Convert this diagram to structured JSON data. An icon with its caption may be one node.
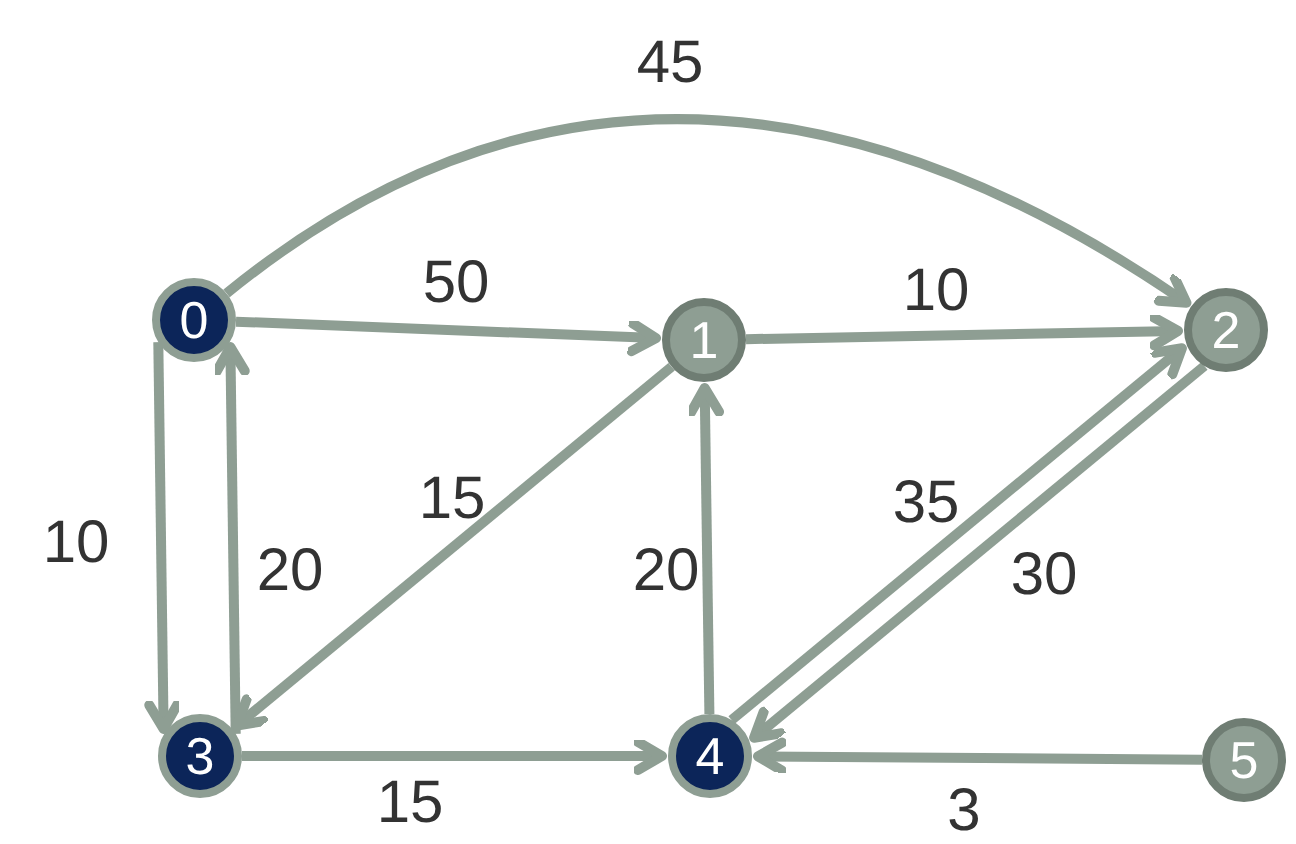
{
  "diagram": {
    "nodes": [
      {
        "text": [
          "0"
        ]
      },
      {
        "text": [
          "1"
        ]
      },
      {
        "text": [
          "2"
        ]
      },
      {
        "text": [
          "3"
        ]
      },
      {
        "text": [
          "4"
        ]
      },
      {
        "text": [
          "5"
        ]
      }
    ],
    "edges": [
      {
        "from": 0,
        "to": 2,
        "arrow": "to",
        "label": "45"
      },
      {
        "from": 0,
        "to": 1,
        "arrow": "to",
        "label": "50"
      },
      {
        "from": 1,
        "to": 2,
        "arrow": "to",
        "label": "10"
      },
      {
        "from": 0,
        "to": 3,
        "arrow": "to",
        "label": "10"
      },
      {
        "from": 3,
        "to": 0,
        "arrow": "to",
        "label": "20"
      },
      {
        "from": 1,
        "to": 3,
        "arrow": "to",
        "label": "15"
      },
      {
        "from": 3,
        "to": 4,
        "arrow": "to",
        "label": "15"
      },
      {
        "from": 4,
        "to": 1,
        "arrow": "to",
        "label": "20"
      },
      {
        "from": 4,
        "to": 2,
        "arrow": "to",
        "label": "35"
      },
      {
        "from": 2,
        "to": 4,
        "arrow": "to",
        "label": "30"
      },
      {
        "from": 5,
        "to": 4,
        "arrow": "to",
        "label": "3"
      }
    ]
  }
}
